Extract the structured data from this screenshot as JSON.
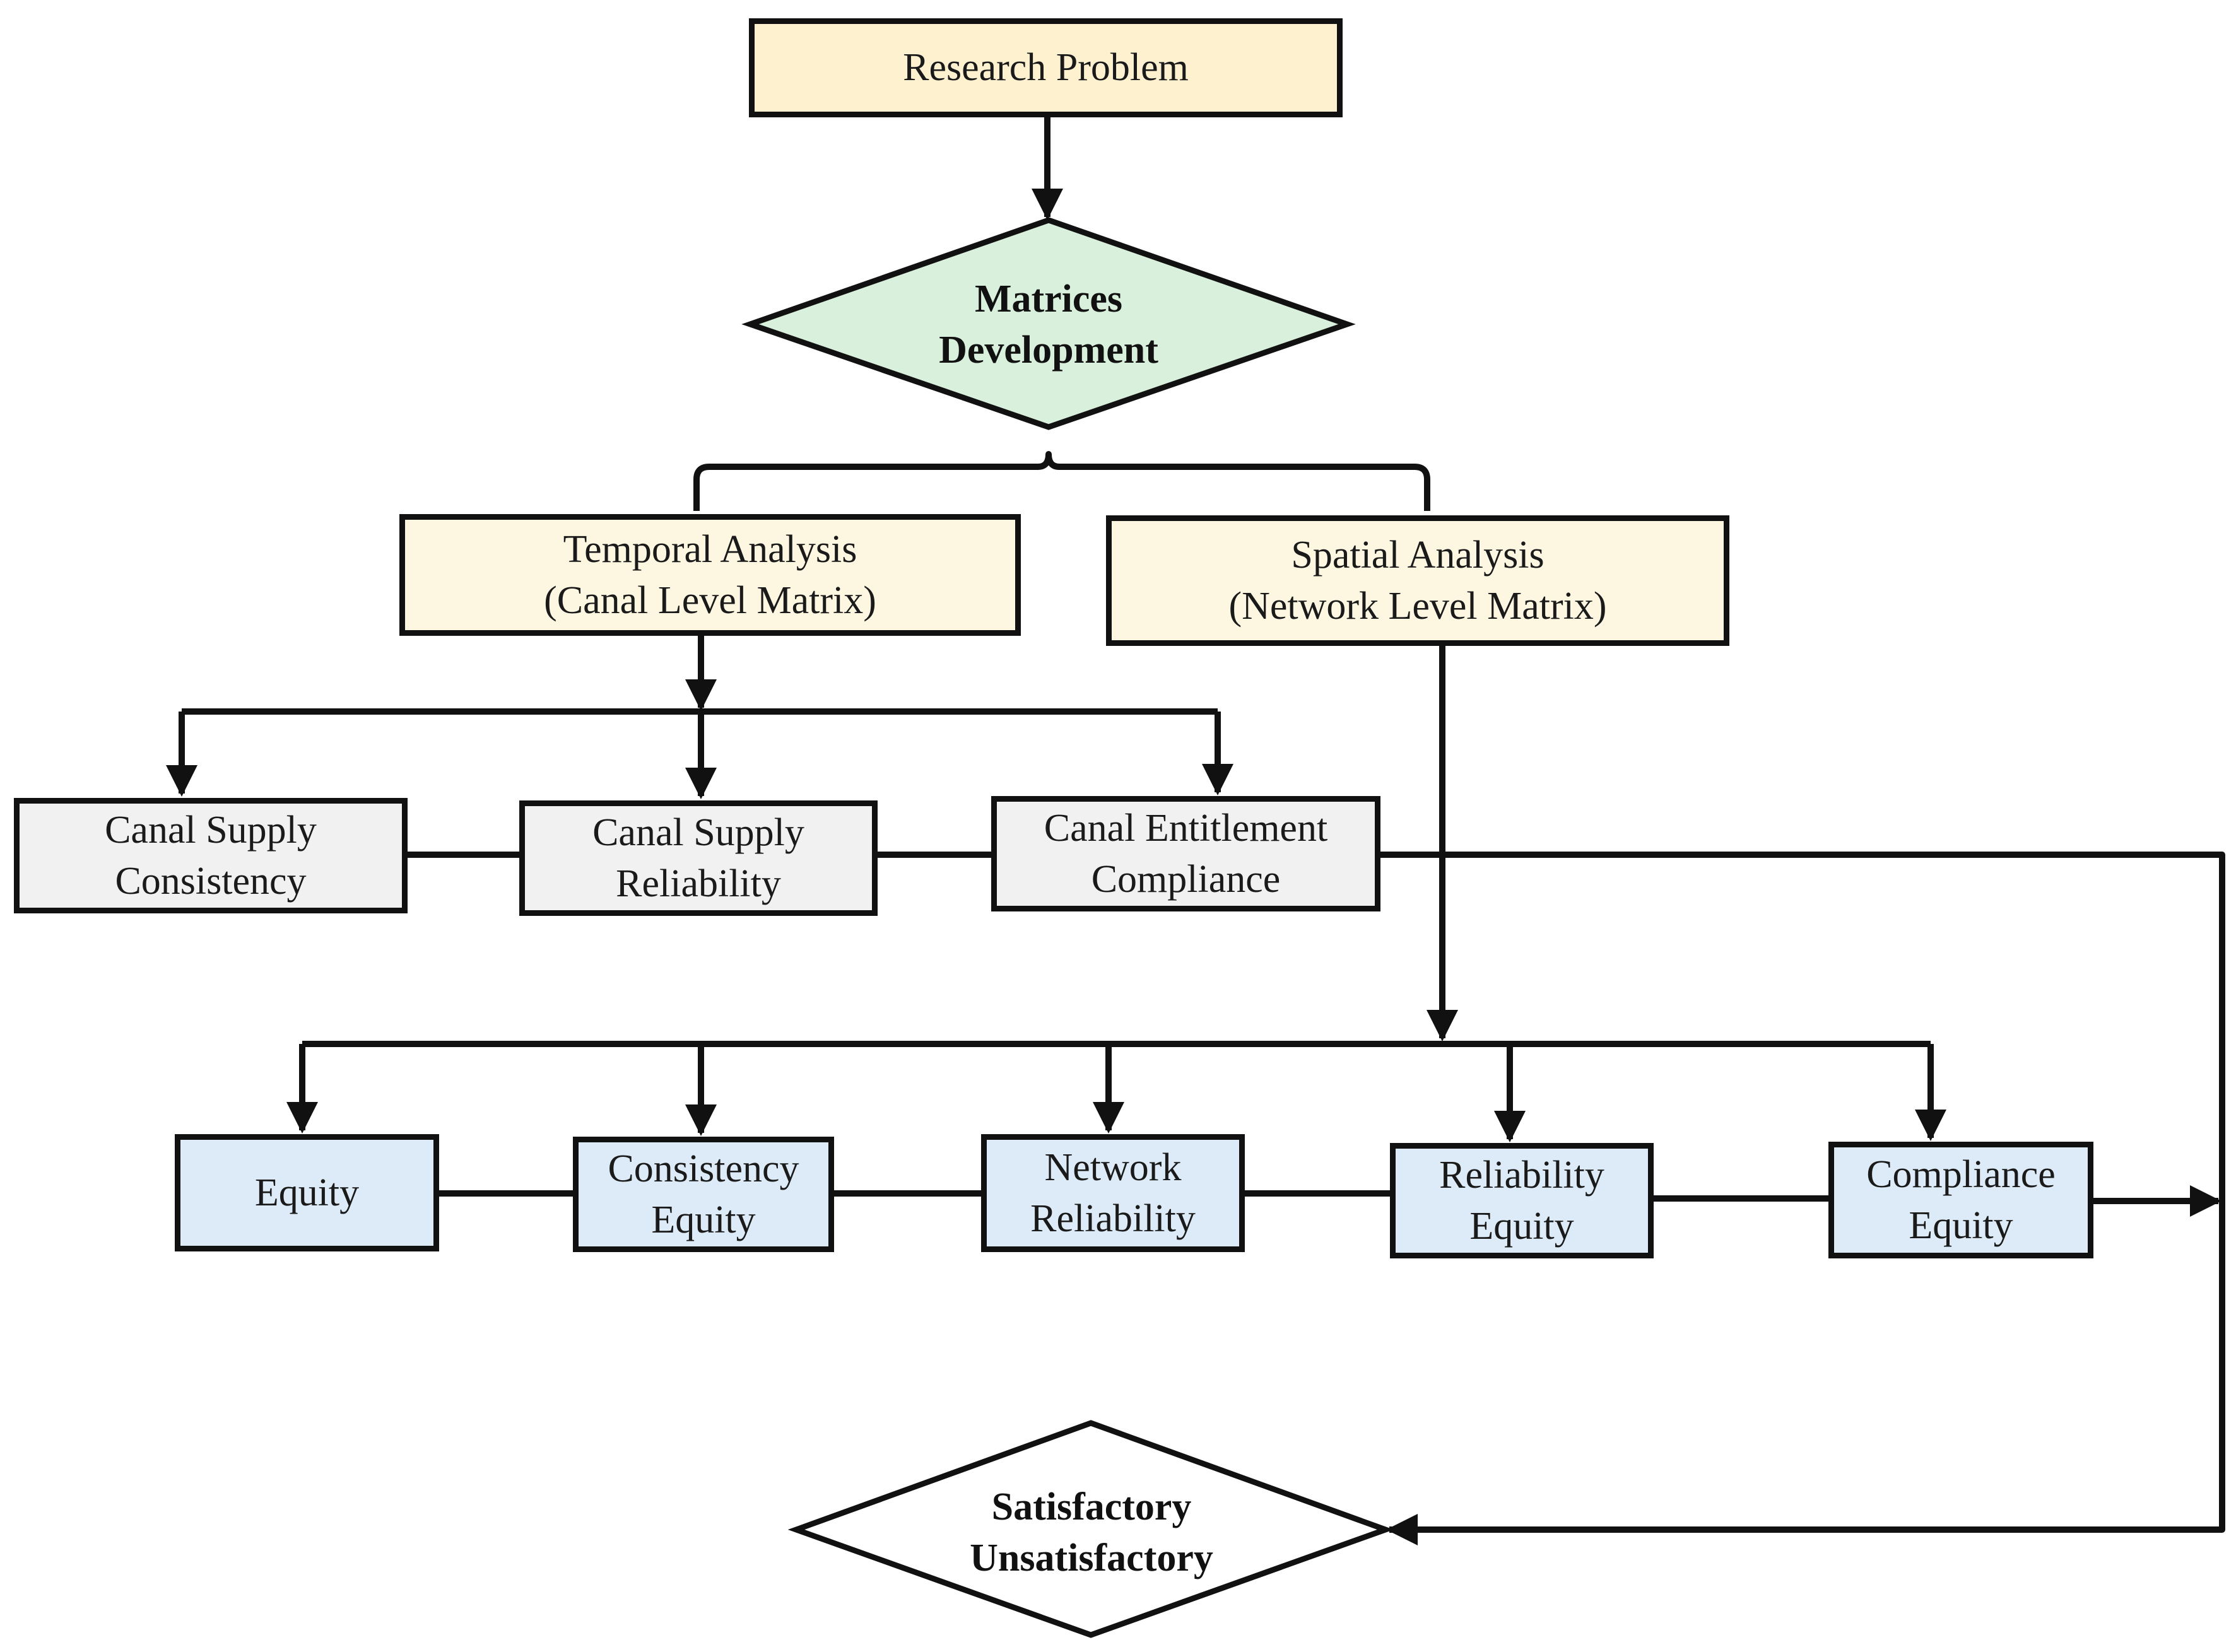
{
  "colors": {
    "problem_fill": "#fdf1d0",
    "analysis_fill": "#fdf6e0",
    "temporal_fill": "#f1f1f1",
    "spatial_fill": "#dcebf7",
    "matrices_fill": "#d9f0dc",
    "outcome_fill": "#ffffff",
    "line": "#111111"
  },
  "diagram": {
    "research_problem": "Research Problem",
    "matrices": {
      "line1": "Matrices",
      "line2": "Development"
    },
    "temporal": {
      "line1": "Temporal Analysis",
      "line2": "(Canal Level Matrix)"
    },
    "spatial": {
      "line1": "Spatial Analysis",
      "line2": "(Network Level Matrix)"
    },
    "canal_consistency": {
      "line1": "Canal Supply",
      "line2": "Consistency"
    },
    "canal_reliability": {
      "line1": "Canal Supply",
      "line2": "Reliability"
    },
    "canal_compliance": {
      "line1": "Canal Entitlement",
      "line2": "Compliance"
    },
    "equity": {
      "line1": "Equity"
    },
    "consistency_equity": {
      "line1": "Consistency",
      "line2": "Equity"
    },
    "network_reliability": {
      "line1": "Network",
      "line2": "Reliability"
    },
    "reliability_equity": {
      "line1": "Reliability",
      "line2": "Equity"
    },
    "compliance_equity": {
      "line1": "Compliance",
      "line2": "Equity"
    },
    "outcome": {
      "line1": "Satisfactory",
      "line2": "Unsatisfactory"
    }
  }
}
